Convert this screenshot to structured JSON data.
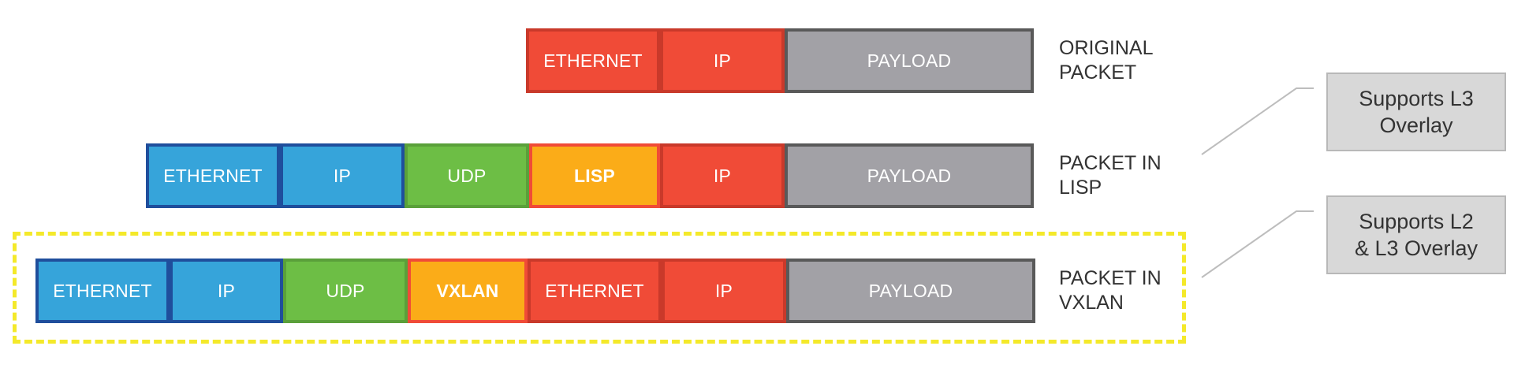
{
  "rows": [
    {
      "id": "original",
      "label": "ORIGINAL\nPACKET",
      "segments": [
        {
          "text": "ETHERNET",
          "color": "#f04b37",
          "border": "#c9392a"
        },
        {
          "text": "IP",
          "color": "#f04b37",
          "border": "#c9392a"
        },
        {
          "text": "PAYLOAD",
          "color": "#a2a1a6",
          "border": "#595959"
        }
      ]
    },
    {
      "id": "lisp",
      "label": "PACKET IN\nLISP",
      "segments": [
        {
          "text": "ETHERNET",
          "color": "#36a4da",
          "border": "#1f4e9c"
        },
        {
          "text": "IP",
          "color": "#36a4da",
          "border": "#1f4e9c"
        },
        {
          "text": "UDP",
          "color": "#6dbe45",
          "border": "#5aa03a"
        },
        {
          "text": "LISP",
          "color": "#fbac18",
          "border": "#f04b37",
          "bold": true
        },
        {
          "text": "IP",
          "color": "#f04b37",
          "border": "#c9392a"
        },
        {
          "text": "PAYLOAD",
          "color": "#a2a1a6",
          "border": "#595959"
        }
      ]
    },
    {
      "id": "vxlan",
      "label": "PACKET IN\nVXLAN",
      "segments": [
        {
          "text": "ETHERNET",
          "color": "#36a4da",
          "border": "#1f4e9c"
        },
        {
          "text": "IP",
          "color": "#36a4da",
          "border": "#1f4e9c"
        },
        {
          "text": "UDP",
          "color": "#6dbe45",
          "border": "#5aa03a"
        },
        {
          "text": "VXLAN",
          "color": "#fbac18",
          "border": "#f04b37",
          "bold": true
        },
        {
          "text": "ETHERNET",
          "color": "#f04b37",
          "border": "#c9392a"
        },
        {
          "text": "IP",
          "color": "#f04b37",
          "border": "#c9392a"
        },
        {
          "text": "PAYLOAD",
          "color": "#a2a1a6",
          "border": "#595959"
        }
      ]
    }
  ],
  "notes": [
    {
      "id": "l3",
      "text": "Supports L3\nOverlay"
    },
    {
      "id": "l2l3",
      "text": "Supports L2\n& L3 Overlay"
    }
  ],
  "colors": {
    "highlight": "#f4e92a",
    "connector": "#bdbdbd",
    "label_text": "#333333"
  }
}
